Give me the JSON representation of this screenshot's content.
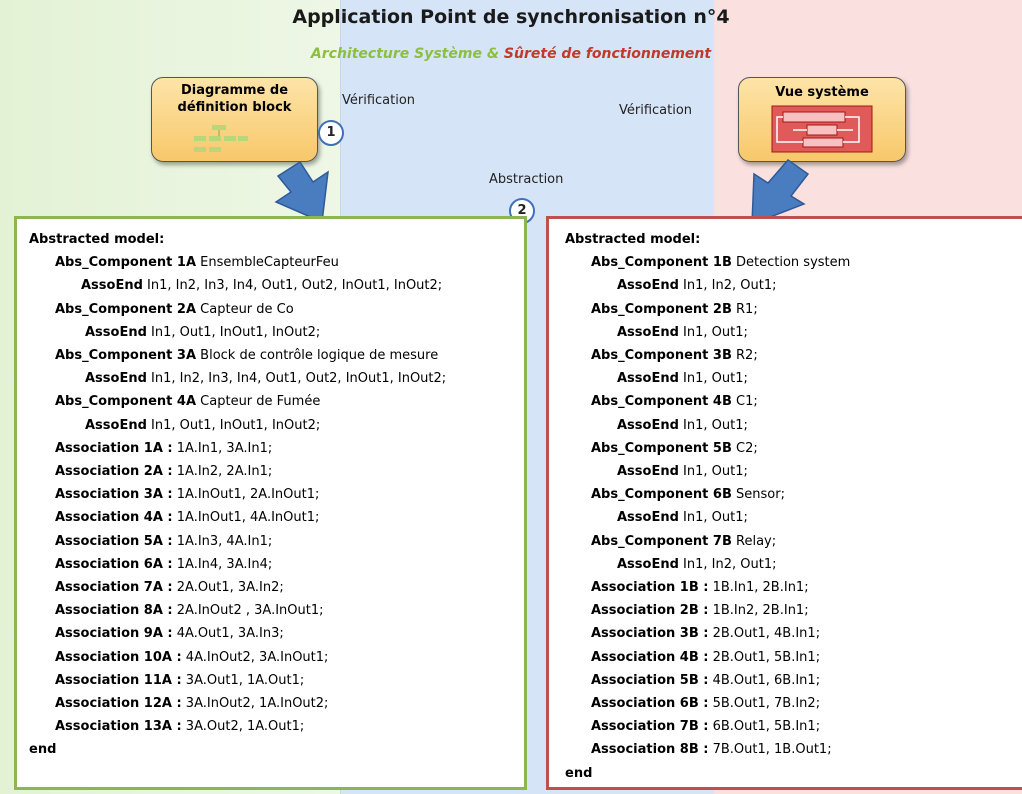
{
  "title": "Application Point de synchronisation n°4",
  "subtitle": {
    "part1": "Architecture Système",
    "amp": " & ",
    "part2": "Sûreté de fonctionnement"
  },
  "labels": {
    "verif_left": "Vérification",
    "verif_right": "Vérification",
    "abstraction": "Abstraction"
  },
  "callouts": {
    "left": {
      "title": "Diagramme de définition block",
      "number": "1"
    },
    "right": {
      "title": "Vue système"
    }
  },
  "step2": "2",
  "colors": {
    "green_zone": "#e3f2d5",
    "blue_zone": "#d6e4f7",
    "red_zone": "#fbe0e0",
    "green_border": "#8cb653",
    "red_border": "#c0504d",
    "arrow": "#4a7cc0"
  },
  "left_panel": {
    "header": "Abstracted model:",
    "lines": [
      {
        "indent": 1,
        "bold": "Abs_Component 1A",
        "text": " EnsembleCapteurFeu"
      },
      {
        "indent": 2,
        "bold": "AssoEnd",
        "text": " In1, In2, In3, In4, Out1, Out2, InOut1, InOut2;"
      },
      {
        "indent": 1,
        "bold": "Abs_Component 2A",
        "text": " Capteur de Co"
      },
      {
        "indent": 3,
        "bold": "AssoEnd",
        "text": " In1, Out1, InOut1, InOut2;"
      },
      {
        "indent": 1,
        "bold": "Abs_Component 3A",
        "text": " Block de contrôle logique de mesure"
      },
      {
        "indent": 3,
        "bold": "AssoEnd",
        "text": " In1, In2, In3, In4, Out1, Out2, InOut1, InOut2;"
      },
      {
        "indent": 1,
        "bold": "Abs_Component 4A",
        "text": " Capteur de Fumée"
      },
      {
        "indent": 3,
        "bold": "AssoEnd",
        "text": " In1, Out1, InOut1, InOut2;"
      },
      {
        "indent": 1,
        "bold": "Association 1A :",
        "text": " 1A.In1, 3A.In1;"
      },
      {
        "indent": 1,
        "bold": "Association 2A :",
        "text": " 1A.In2, 2A.In1;"
      },
      {
        "indent": 1,
        "bold": "Association 3A :",
        "text": " 1A.InOut1, 2A.InOut1;"
      },
      {
        "indent": 1,
        "bold": "Association 4A :",
        "text": " 1A.InOut1, 4A.InOut1;"
      },
      {
        "indent": 1,
        "bold": "Association 5A :",
        "text": " 1A.In3, 4A.In1;"
      },
      {
        "indent": 1,
        "bold": "Association 6A :",
        "text": " 1A.In4, 3A.In4;"
      },
      {
        "indent": 1,
        "bold": "Association 7A :",
        "text": " 2A.Out1, 3A.In2;"
      },
      {
        "indent": 1,
        "bold": "Association 8A :",
        "text": " 2A.InOut2 , 3A.InOut1;"
      },
      {
        "indent": 1,
        "bold": "Association 9A :",
        "text": " 4A.Out1, 3A.In3;"
      },
      {
        "indent": 1,
        "bold": "Association 10A :",
        "text": " 4A.InOut2, 3A.InOut1;"
      },
      {
        "indent": 1,
        "bold": "Association 11A :",
        "text": " 3A.Out1, 1A.Out1;"
      },
      {
        "indent": 1,
        "bold": "Association 12A :",
        "text": " 3A.InOut2, 1A.InOut2;"
      },
      {
        "indent": 1,
        "bold": "Association 13A :",
        "text": " 3A.Out2, 1A.Out1;"
      }
    ],
    "footer": "end"
  },
  "right_panel": {
    "header": "Abstracted model:",
    "lines": [
      {
        "indent": 1,
        "bold": "Abs_Component 1B",
        "text": " Detection system"
      },
      {
        "indent": 2,
        "bold": "AssoEnd",
        "text": " In1, In2, Out1;"
      },
      {
        "indent": 1,
        "bold": "Abs_Component 2B",
        "text": " R1;"
      },
      {
        "indent": 2,
        "bold": "AssoEnd",
        "text": " In1, Out1;"
      },
      {
        "indent": 1,
        "bold": "Abs_Component 3B",
        "text": " R2;"
      },
      {
        "indent": 2,
        "bold": "AssoEnd",
        "text": " In1, Out1;"
      },
      {
        "indent": 1,
        "bold": "Abs_Component 4B",
        "text": " C1;"
      },
      {
        "indent": 2,
        "bold": "AssoEnd",
        "text": " In1, Out1;"
      },
      {
        "indent": 1,
        "bold": "Abs_Component 5B",
        "text": " C2;"
      },
      {
        "indent": 2,
        "bold": "AssoEnd",
        "text": " In1, Out1;"
      },
      {
        "indent": 1,
        "bold": "Abs_Component 6B",
        "text": " Sensor;"
      },
      {
        "indent": 2,
        "bold": "AssoEnd",
        "text": " In1, Out1;"
      },
      {
        "indent": 1,
        "bold": "Abs_Component 7B",
        "text": " Relay;"
      },
      {
        "indent": 2,
        "bold": "AssoEnd",
        "text": " In1, In2, Out1;"
      },
      {
        "indent": 1,
        "bold": "Association 1B :",
        "text": " 1B.In1, 2B.In1;"
      },
      {
        "indent": 1,
        "bold": "Association 2B :",
        "text": " 1B.In2, 2B.In1;"
      },
      {
        "indent": 1,
        "bold": "Association 3B :",
        "text": " 2B.Out1, 4B.In1;"
      },
      {
        "indent": 1,
        "bold": "Association 4B :",
        "text": " 2B.Out1, 5B.In1;"
      },
      {
        "indent": 1,
        "bold": "Association 5B :",
        "text": " 4B.Out1, 6B.In1;"
      },
      {
        "indent": 1,
        "bold": "Association 6B :",
        "text": " 5B.Out1, 7B.In2;"
      },
      {
        "indent": 1,
        "bold": "Association 7B :",
        "text": " 6B.Out1, 5B.In1;"
      },
      {
        "indent": 1,
        "bold": "Association 8B :",
        "text": " 7B.Out1, 1B.Out1;"
      }
    ],
    "footer": "end"
  }
}
